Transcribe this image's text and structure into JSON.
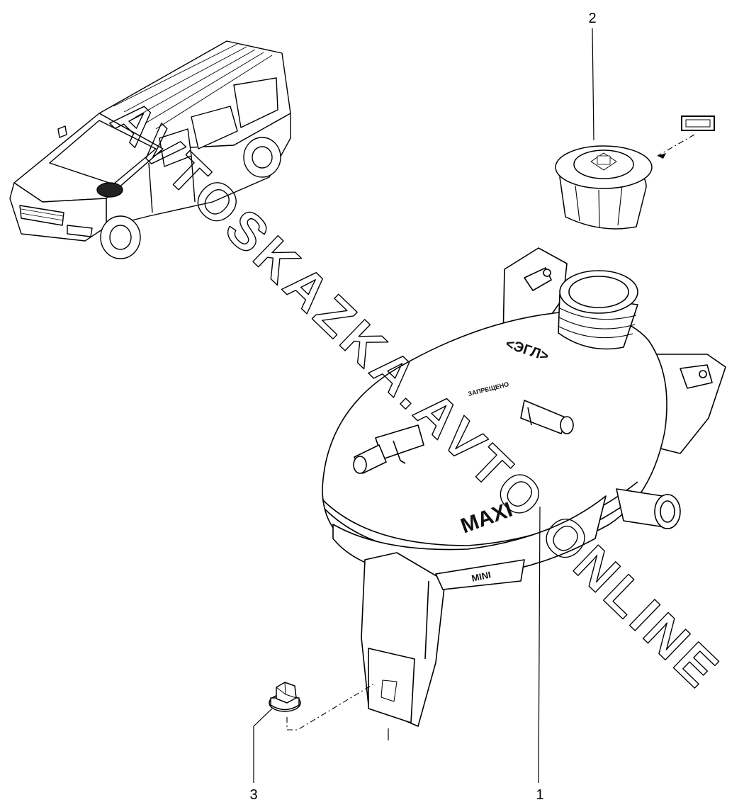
{
  "callouts": [
    {
      "id": "1",
      "label": "1"
    },
    {
      "id": "2",
      "label": "2"
    },
    {
      "id": "3",
      "label": "3"
    }
  ],
  "watermark": {
    "text": "AVTOSKAZKA.AVTO ONLINE"
  },
  "tank_markings": {
    "top_arrow_label": "<ЭГЛ>",
    "level_max": "MAXI",
    "level_mini": "MINI",
    "side_text": "ЗАПРЕЩЕНО"
  },
  "colors": {
    "line": "#000000",
    "part_fill": "#ffffff",
    "shadow": "#cccccc",
    "dark_accent": "#222222"
  },
  "icons": {
    "vehicle": "van-icon",
    "cap": "radiator-cap-icon",
    "label": "label-sticker-icon",
    "nut": "flange-nut-icon",
    "tank": "expansion-tank-icon"
  }
}
